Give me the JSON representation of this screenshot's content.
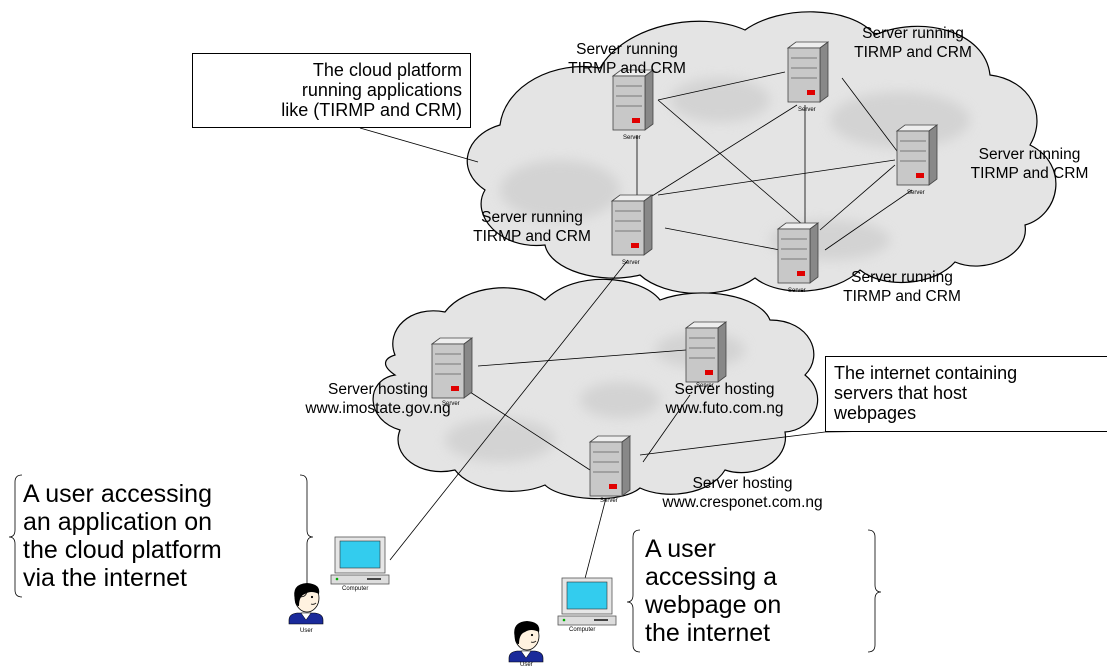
{
  "cloud_platform": {
    "callout": "The cloud platform\nrunning applications\nlike (TIRMP and CRM)",
    "servers": [
      {
        "label": "Server running\nTIRMP and CRM",
        "icon_caption": "Server"
      },
      {
        "label": "Server running\nTIRMP and CRM",
        "icon_caption": "Server"
      },
      {
        "label": "Server running\nTIRMP and CRM",
        "icon_caption": "Server"
      },
      {
        "label": "Server running\nTIRMP and CRM",
        "icon_caption": "Server"
      },
      {
        "label": "Server running\nTIRMP and CRM",
        "icon_caption": "Server"
      }
    ]
  },
  "internet": {
    "callout": "The internet containing\nservers that host\nwebpages",
    "servers": [
      {
        "label": "Server hosting\nwww.imostate.gov.ng",
        "icon_caption": "Server"
      },
      {
        "label": "Server hosting\nwww.futo.com.ng",
        "icon_caption": "Server"
      },
      {
        "label": "Server hosting\nwww.cresponet.com.ng",
        "icon_caption": "Server"
      }
    ]
  },
  "users": [
    {
      "description": "A user accessing\nan application on\nthe cloud platform\nvia the internet",
      "computer_caption": "Computer",
      "user_caption": "User"
    },
    {
      "description": "A user\naccessing a\nwebpage on\nthe internet",
      "computer_caption": "Computer",
      "user_caption": "User"
    }
  ],
  "colors": {
    "cloud_fill": "#e4e4e4",
    "server_body": "#c8c8c8",
    "server_led": "#e00000",
    "screen": "#33ccee",
    "line": "#000000"
  },
  "icons": {
    "server": "server-tower-icon",
    "computer": "desktop-computer-icon",
    "user": "user-head-icon"
  }
}
